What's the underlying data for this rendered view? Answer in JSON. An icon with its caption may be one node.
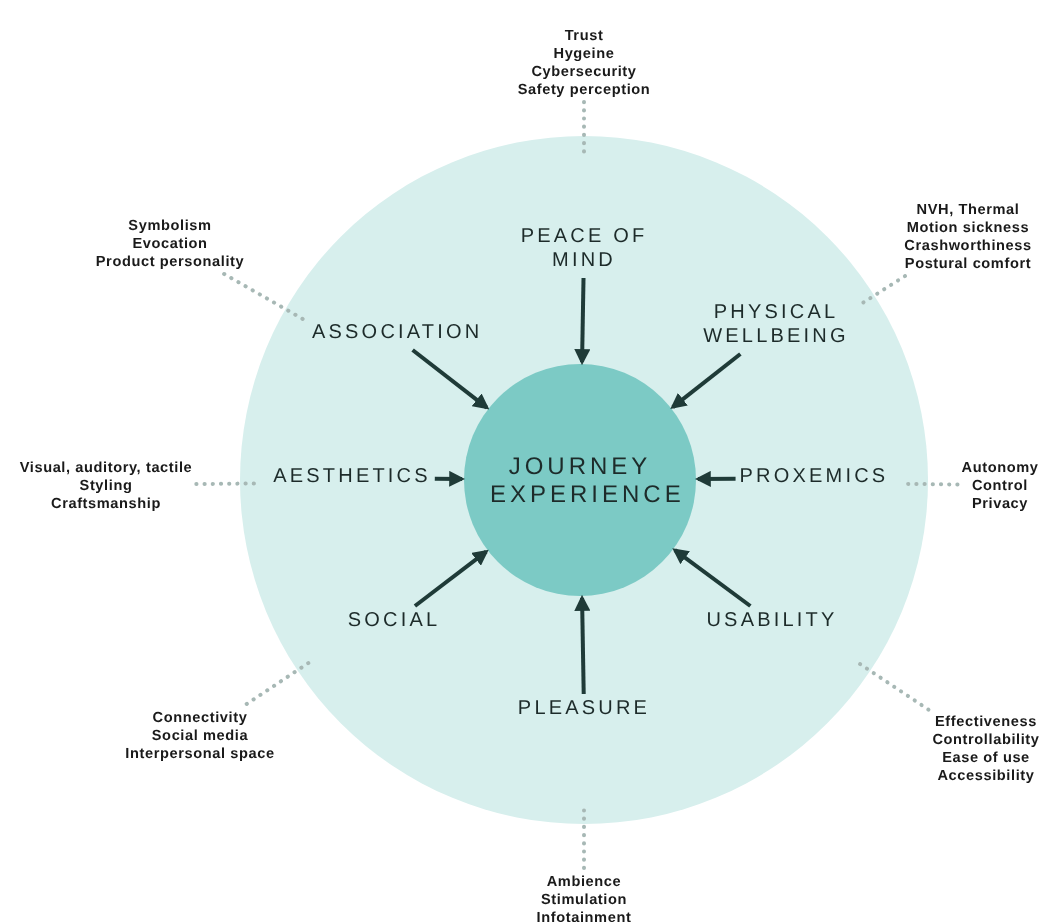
{
  "diagram": {
    "nodes": [
      {
        "text": [],
        "shape": "circle"
      },
      {
        "text": [
          "PEACE OF MIND"
        ],
        "in": 0
      },
      {
        "text": [
          "ASSOCIATION"
        ],
        "in": 0
      },
      {
        "text": [
          "PHYSICAL WELLBEING"
        ],
        "in": 0
      },
      {
        "text": [
          "AESTHETICS"
        ],
        "in": 0
      },
      {
        "text": [
          "JOURNEY EXPERIENCE"
        ],
        "in": 0
      },
      {
        "text": [
          "PROXEMICS"
        ],
        "in": 0
      },
      {
        "text": [
          "SOCIAL"
        ],
        "in": 0
      },
      {
        "text": [
          "USABILITY"
        ],
        "in": 0
      },
      {
        "text": [
          "PLEASURE"
        ],
        "in": 0
      },
      {
        "text": [
          "Trust",
          "Hygeine",
          "Cybersecurity",
          "Safety perception"
        ]
      },
      {
        "text": [
          "Symbolism",
          "Evocation",
          "Product personality"
        ]
      },
      {
        "text": [
          "NVH, Thermal",
          "Motion sickness",
          "Crashworthiness",
          "Postural comfort"
        ]
      },
      {
        "text": [
          "Visual, auditory, tactile",
          "Styling",
          "Craftsmanship"
        ]
      },
      {
        "text": [
          "Autonomy",
          "Control",
          "Privacy"
        ]
      },
      {
        "text": [
          "Connectivity",
          "Social media",
          "Interpersonal space"
        ]
      },
      {
        "text": [
          "Effectiveness",
          "Controllability",
          "Ease of use",
          "Accessibility"
        ]
      },
      {
        "text": [
          "Ambience",
          "Stimulation",
          "Infotainment"
        ]
      }
    ],
    "edges": [
      {
        "from": 1,
        "to": 5,
        "arrow": "to"
      },
      {
        "from": 2,
        "to": 5,
        "arrow": "to"
      },
      {
        "from": 3,
        "to": 5,
        "arrow": "to"
      },
      {
        "from": 4,
        "to": 5,
        "arrow": "to"
      },
      {
        "from": 6,
        "to": 5,
        "arrow": "to"
      },
      {
        "from": 7,
        "to": 5,
        "arrow": "to"
      },
      {
        "from": 8,
        "to": 5,
        "arrow": "to"
      },
      {
        "from": 9,
        "to": 5,
        "arrow": "to"
      },
      {
        "from": 10,
        "to": 0,
        "arrow": "none",
        "style": "dashed",
        "color": "#a7b8b5"
      },
      {
        "from": 11,
        "to": 0,
        "arrow": "none",
        "style": "dashed",
        "color": "#a7b8b5"
      },
      {
        "from": 12,
        "to": 0,
        "arrow": "none",
        "style": "dashed",
        "color": "#a7b8b5"
      },
      {
        "from": 13,
        "to": 0,
        "arrow": "none",
        "style": "dashed",
        "color": "#a7b8b5"
      },
      {
        "from": 14,
        "to": 0,
        "arrow": "none",
        "style": "dashed",
        "color": "#a7b8b5"
      },
      {
        "from": 15,
        "to": 0,
        "arrow": "none",
        "style": "dashed",
        "color": "#a7b8b5"
      },
      {
        "from": 16,
        "to": 0,
        "arrow": "none",
        "style": "dashed",
        "color": "#a7b8b5"
      },
      {
        "from": 17,
        "to": 0,
        "arrow": "none",
        "style": "dashed",
        "color": "#a7b8b5"
      }
    ]
  }
}
